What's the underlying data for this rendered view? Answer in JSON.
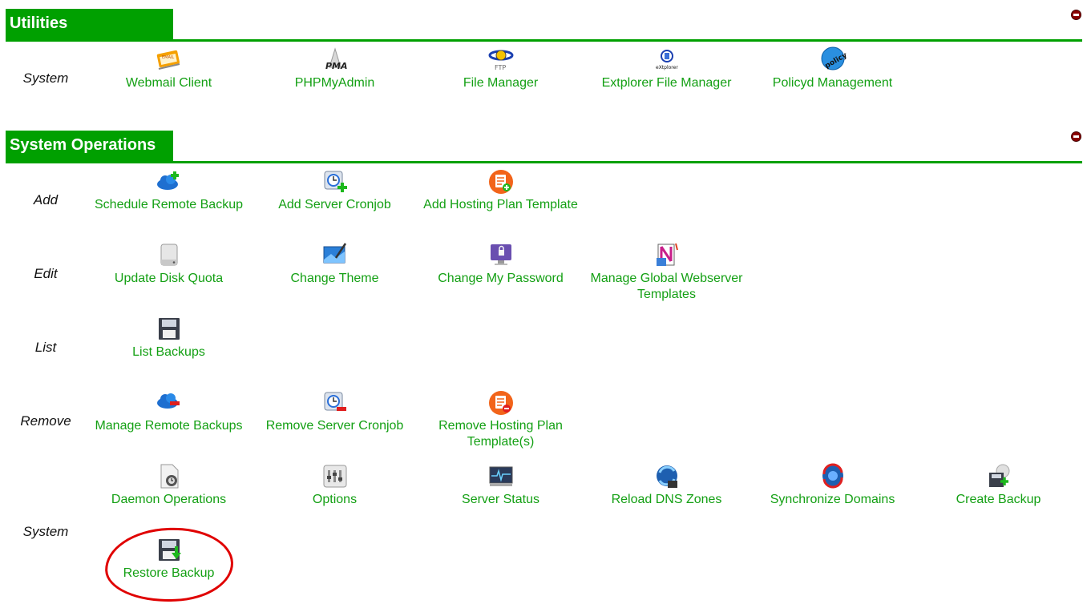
{
  "utilities": {
    "title": "Utilities",
    "rows": [
      {
        "label": "System",
        "items": [
          {
            "label": "Webmail Client",
            "icon": "webmail-icon"
          },
          {
            "label": "PHPMyAdmin",
            "icon": "phpmyadmin-icon"
          },
          {
            "label": "File Manager",
            "icon": "ftp-icon"
          },
          {
            "label": "Extplorer File Manager",
            "icon": "extplorer-icon"
          },
          {
            "label": "Policyd Management",
            "icon": "policyd-icon"
          }
        ]
      }
    ],
    "icon_text": {
      "webmail": "EMAIL",
      "pma": "PMA",
      "ftp": "FTP",
      "extplorer": "eXtplorer",
      "policyd": "policyd"
    }
  },
  "system_operations": {
    "title": "System Operations",
    "rows": [
      {
        "label": "Add",
        "items": [
          {
            "label": "Schedule Remote Backup",
            "icon": "cloud-add-icon"
          },
          {
            "label": "Add Server Cronjob",
            "icon": "clock-add-icon"
          },
          {
            "label": "Add Hosting Plan Template",
            "icon": "clipboard-add-icon"
          }
        ]
      },
      {
        "label": "Edit",
        "items": [
          {
            "label": "Update Disk Quota",
            "icon": "disk-icon"
          },
          {
            "label": "Change Theme",
            "icon": "theme-icon"
          },
          {
            "label": "Change My Password",
            "icon": "monitor-lock-icon"
          },
          {
            "label": "Manage Global Webserver Templates",
            "icon": "templates-icon"
          }
        ]
      },
      {
        "label": "List",
        "items": [
          {
            "label": "List Backups",
            "icon": "floppy-icon"
          }
        ]
      },
      {
        "label": "Remove",
        "items": [
          {
            "label": "Manage Remote Backups",
            "icon": "cloud-remove-icon"
          },
          {
            "label": "Remove Server Cronjob",
            "icon": "clock-remove-icon"
          },
          {
            "label": "Remove Hosting Plan Template(s)",
            "icon": "clipboard-remove-icon"
          }
        ]
      },
      {
        "label": "System",
        "items": [
          {
            "label": "Daemon Operations",
            "icon": "daemon-icon"
          },
          {
            "label": "Options",
            "icon": "options-icon"
          },
          {
            "label": "Server Status",
            "icon": "server-status-icon"
          },
          {
            "label": "Reload DNS Zones",
            "icon": "reload-dns-icon"
          },
          {
            "label": "Synchronize Domains",
            "icon": "sync-icon"
          },
          {
            "label": "Create Backup",
            "icon": "create-backup-icon"
          },
          {
            "label": "Restore Backup",
            "icon": "restore-backup-icon"
          }
        ]
      }
    ]
  },
  "colors": {
    "accent": "#00a000",
    "link": "#14a014",
    "annotation": "#e00000"
  }
}
